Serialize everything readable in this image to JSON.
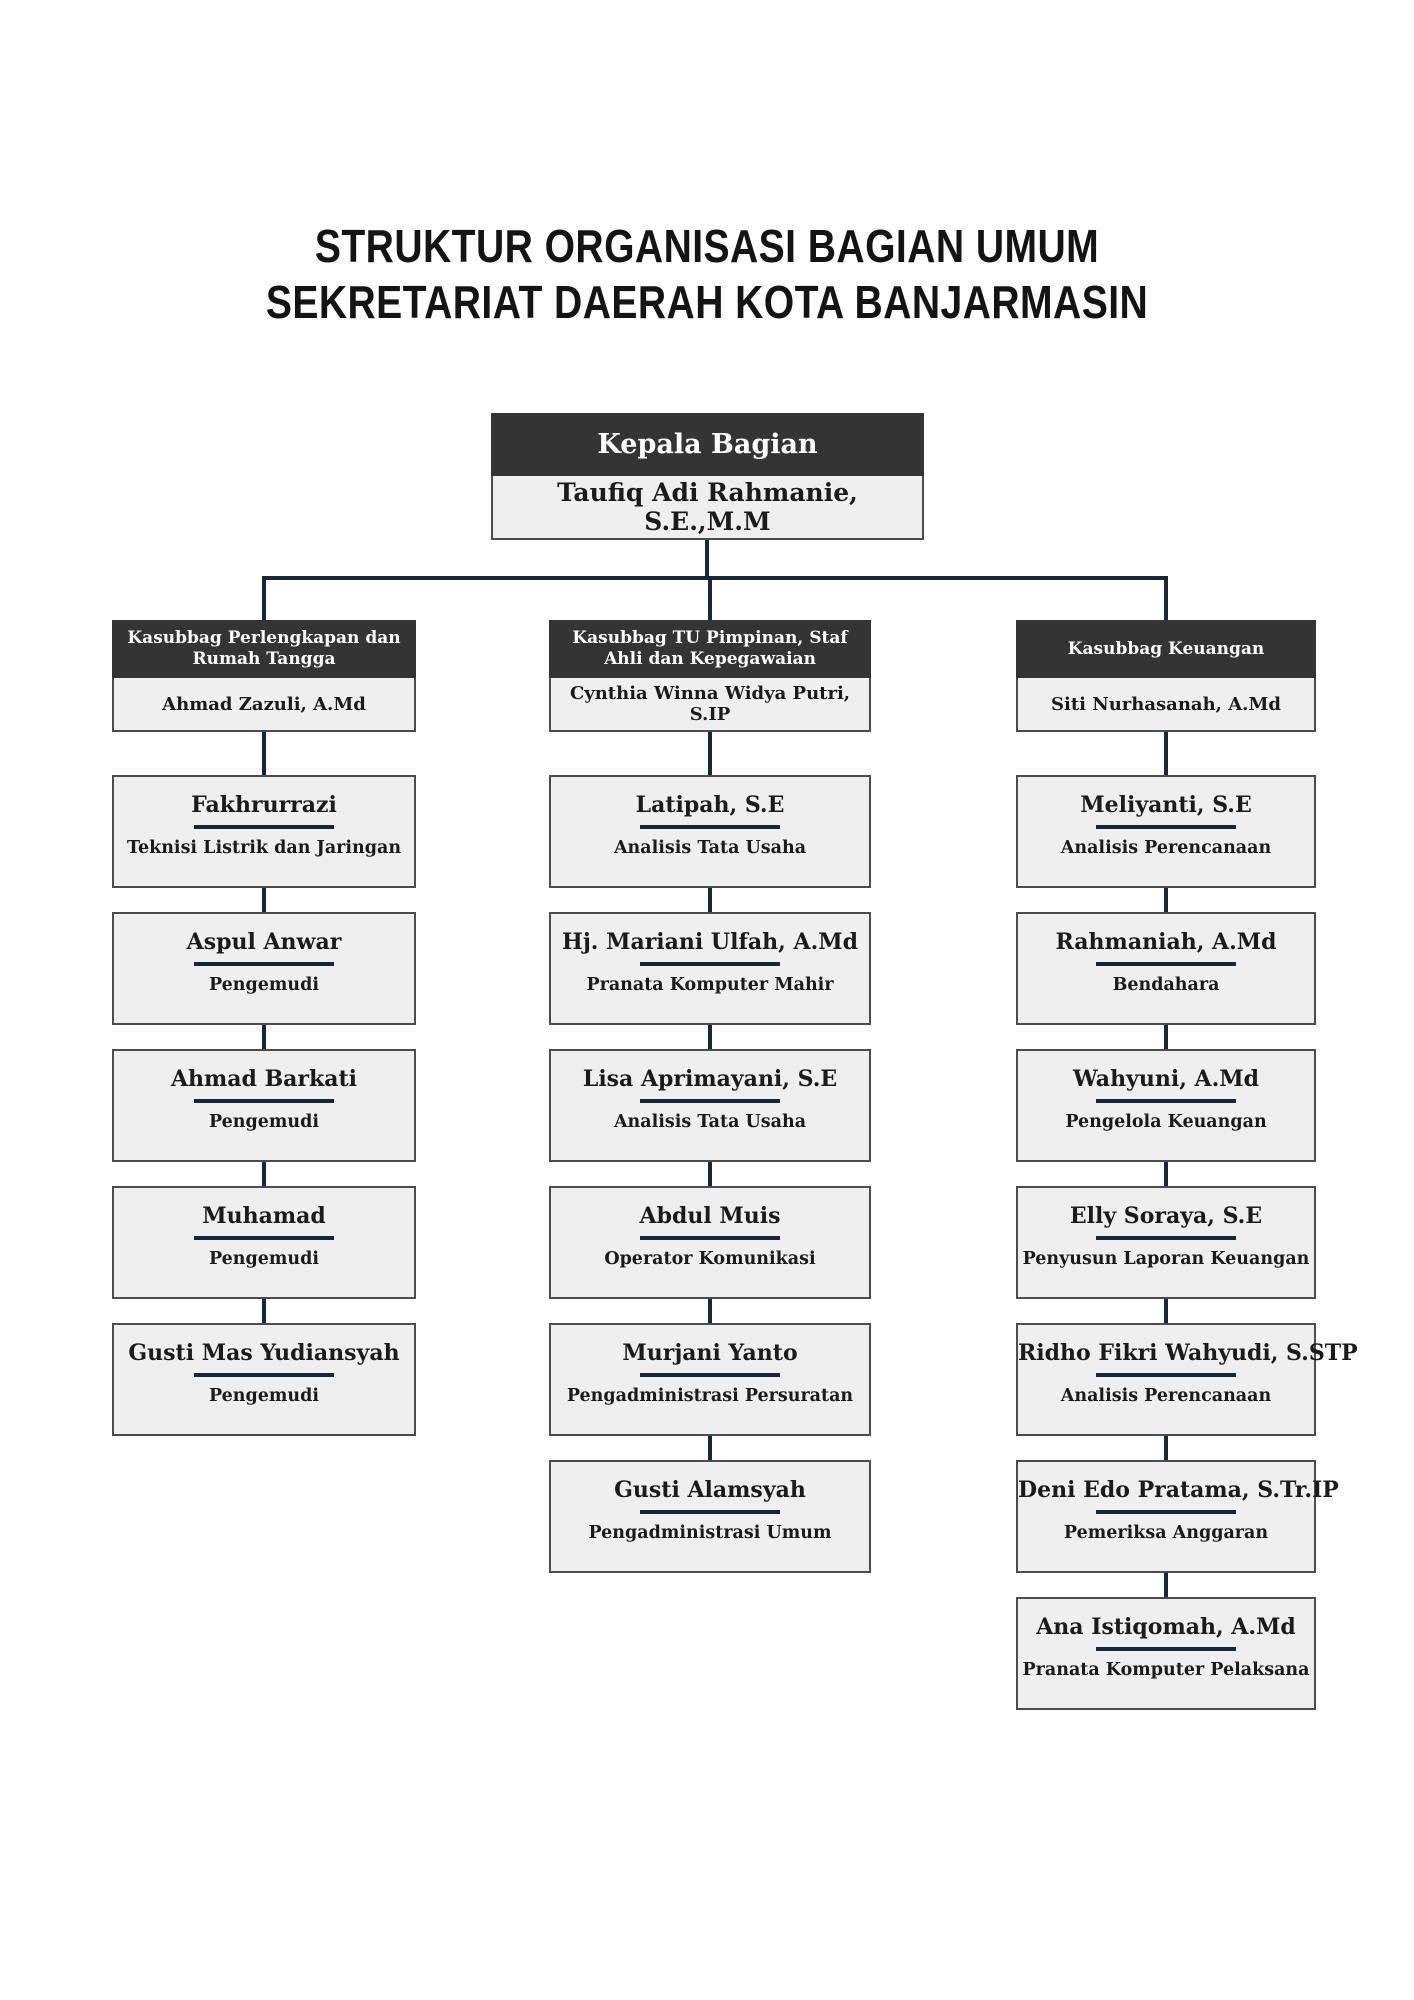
{
  "title": {
    "line1": "STRUKTUR ORGANISASI BAGIAN UMUM",
    "line2": "SEKRETARIAT DAERAH KOTA BANJARMASIN"
  },
  "head": {
    "title": "Kepala Bagian",
    "name": "Taufiq Adi Rahmanie, S.E.,M.M"
  },
  "columns": [
    {
      "title": "Kasubbag Perlengkapan dan Rumah Tangga",
      "head_name": "Ahmad Zazuli, A.Md",
      "members": [
        {
          "name": "Fakhrurrazi",
          "role": "Teknisi Listrik dan Jaringan"
        },
        {
          "name": "Aspul Anwar",
          "role": "Pengemudi"
        },
        {
          "name": "Ahmad Barkati",
          "role": "Pengemudi"
        },
        {
          "name": "Muhamad",
          "role": "Pengemudi"
        },
        {
          "name": "Gusti Mas Yudiansyah",
          "role": "Pengemudi"
        }
      ]
    },
    {
      "title": "Kasubbag TU Pimpinan, Staf Ahli dan Kepegawaian",
      "head_name": "Cynthia Winna Widya Putri, S.IP",
      "members": [
        {
          "name": "Latipah, S.E",
          "role": "Analisis Tata Usaha"
        },
        {
          "name": "Hj. Mariani Ulfah, A.Md",
          "role": "Pranata Komputer Mahir"
        },
        {
          "name": "Lisa Aprimayani, S.E",
          "role": "Analisis Tata Usaha"
        },
        {
          "name": "Abdul Muis",
          "role": "Operator Komunikasi"
        },
        {
          "name": "Murjani Yanto",
          "role": "Pengadministrasi Persuratan"
        },
        {
          "name": "Gusti Alamsyah",
          "role": "Pengadministrasi Umum"
        }
      ]
    },
    {
      "title": "Kasubbag Keuangan",
      "head_name": "Siti Nurhasanah, A.Md",
      "members": [
        {
          "name": "Meliyanti, S.E",
          "role": "Analisis Perencanaan"
        },
        {
          "name": "Rahmaniah, A.Md",
          "role": "Bendahara"
        },
        {
          "name": "Wahyuni, A.Md",
          "role": "Pengelola Keuangan"
        },
        {
          "name": "Elly Soraya, S.E",
          "role": "Penyusun Laporan Keuangan"
        },
        {
          "name": "Ridho Fikri Wahyudi, S.STP",
          "role": "Analisis Perencanaan"
        },
        {
          "name": "Deni Edo Pratama, S.Tr.IP",
          "role": "Pemeriksa Anggaran"
        },
        {
          "name": "Ana Istiqomah, A.Md",
          "role": "Pranata Komputer Pelaksana"
        }
      ]
    }
  ],
  "colors": {
    "header_bg": "#343434",
    "card_bg": "#efefef",
    "card_border": "#4c4c4c",
    "connector": "#182635",
    "header_text": "#ffffff",
    "text": "#1b1b1b",
    "page_bg": "#ffffff"
  }
}
